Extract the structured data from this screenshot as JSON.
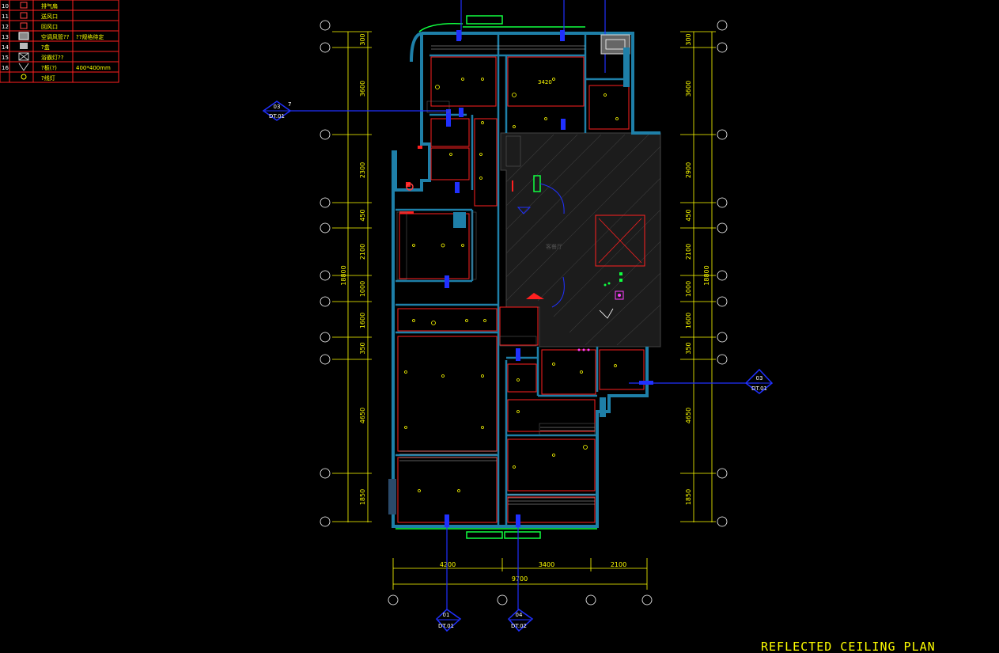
{
  "drawing_title": "REFLECTED CEILING PLAN",
  "colors": {
    "background": "#000000",
    "wall": "#1e7fa8",
    "wall_fill": "#0f5a7a",
    "line_red": "#ff2020",
    "line_yellow": "#ffff00",
    "line_blue": "#2030ff",
    "line_green": "#10ff40",
    "dim": "#ffff00",
    "hatch": "#555555"
  },
  "legend": {
    "rows": [
      {
        "no": "10",
        "text": "排气扇"
      },
      {
        "no": "11",
        "text": "送风口"
      },
      {
        "no": "12",
        "text": "回风口"
      },
      {
        "no": "13",
        "text": "空调风管??",
        "extra": "??规格待定"
      },
      {
        "no": "14",
        "text": "?盒"
      },
      {
        "no": "15",
        "text": "浴霸灯??"
      },
      {
        "no": "16",
        "text": "?板(?)",
        "extra": "400*400mm"
      },
      {
        "no": "",
        "text": "?线灯"
      }
    ]
  },
  "left_dims": {
    "segments": [
      "300",
      "3600",
      "2300",
      "450",
      "2100",
      "1000",
      "1600",
      "350",
      "4650",
      "1850"
    ],
    "total": "18800"
  },
  "right_dims": {
    "segments": [
      "300",
      "3600",
      "2900",
      "450",
      "2100",
      "1000",
      "1600",
      "350",
      "4650",
      "1850"
    ],
    "total": "18800"
  },
  "bottom_dims": {
    "segments": [
      "4200",
      "3400",
      "2100"
    ],
    "total": "9700"
  },
  "section_marks": [
    {
      "num": "03",
      "sheet": "DT.01",
      "label": "7"
    },
    {
      "num": "03",
      "sheet": "DT.01"
    },
    {
      "num": "01",
      "sheet": "DT.01"
    },
    {
      "num": "04",
      "sheet": "DT.02"
    }
  ],
  "room_labels": {
    "mid": "3420",
    "hall": "客餐厅"
  }
}
